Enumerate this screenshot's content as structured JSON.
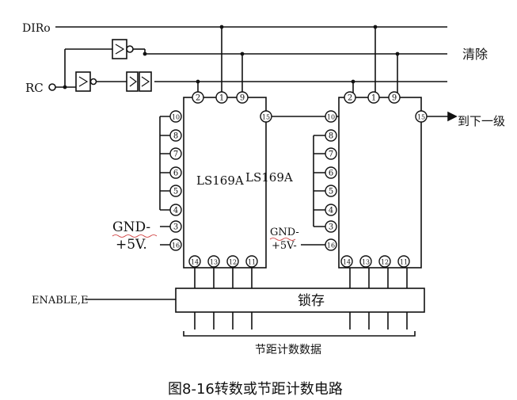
{
  "signals": {
    "dir": "DIRo",
    "rc": "RC",
    "clear": "清除",
    "next_stage": "到下一级",
    "enable": "ENABLE,E"
  },
  "chips": [
    {
      "label": "LS169A",
      "gnd": "GND-",
      "vcc": "+5V."
    },
    {
      "label": "LS169A",
      "gnd": "GND-",
      "vcc": "+5V-"
    }
  ],
  "pins": {
    "top": [
      "2",
      "1",
      "9"
    ],
    "right": "15",
    "left": [
      "10",
      "8",
      "7",
      "6",
      "5",
      "4",
      "3",
      "16"
    ],
    "bottom": [
      "14",
      "13",
      "12",
      "11"
    ]
  },
  "latch": {
    "label": "锁存"
  },
  "bus_label": "节距计数数据",
  "caption": "图8-16转数或节距计数电路",
  "colors": {
    "ink": "#111111",
    "squiggle": "#cc3333"
  }
}
